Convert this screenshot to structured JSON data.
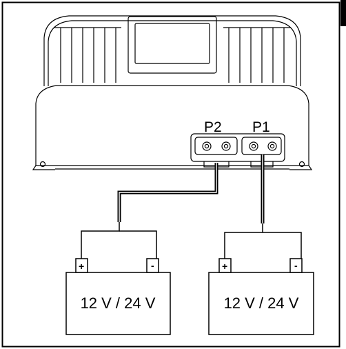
{
  "ports": {
    "p2": "P2",
    "p1": "P1"
  },
  "batteries": [
    {
      "voltage": "12 V / 24 V",
      "plus": "+",
      "minus": "-"
    },
    {
      "voltage": "12 V / 24 V",
      "plus": "+",
      "minus": "-"
    }
  ],
  "colors": {
    "line": "#000000",
    "background": "#ffffff"
  }
}
